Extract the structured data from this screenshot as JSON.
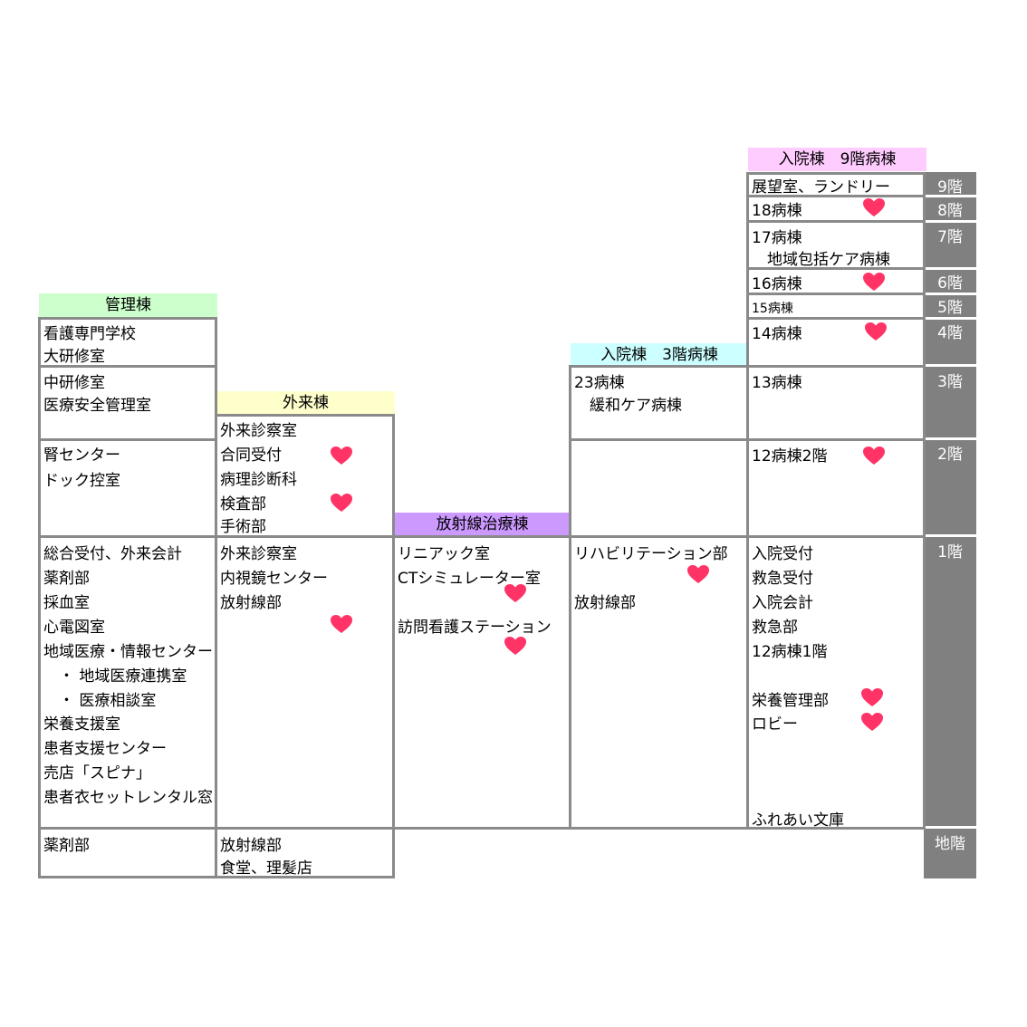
{
  "colors": {
    "border": "#8a8a8a",
    "floor_bar": "#808080",
    "heart": "#ff3366",
    "header_kanri": "#ccffcc",
    "header_gairai": "#ffffcc",
    "header_hoshasen": "#cc99ff",
    "header_nyuin3": "#ccffff",
    "header_nyuin9": "#ffccff"
  },
  "buildings": {
    "kanri": "管理棟",
    "gairai": "外来棟",
    "hoshasen": "放射線治療棟",
    "nyuin3": "入院棟　3階病棟",
    "nyuin9": "入院棟　9階病棟"
  },
  "floors": {
    "f9": "9階",
    "f8": "8階",
    "f7": "7階",
    "f6": "6階",
    "f5": "5階",
    "f4": "4階",
    "f3": "3階",
    "f2": "2階",
    "f1": "1階",
    "b1": "地階"
  },
  "rooms": {
    "kanri_4f": [
      "看護専門学校",
      "大研修室"
    ],
    "kanri_3f": [
      "中研修室",
      "医療安全管理室"
    ],
    "kanri_2f": [
      "腎センター",
      "ドック控室"
    ],
    "kanri_1f": [
      "総合受付、外来会計",
      "薬剤部",
      "採血室",
      "心電図室",
      "地域医療・情報センター",
      "　・ 地域医療連携室",
      "　・ 医療相談室",
      "栄養支援室",
      "患者支援センター",
      "売店「スピナ」",
      "患者衣セットレンタル窓口"
    ],
    "kanri_b1": [
      "薬剤部"
    ],
    "gairai_2f": [
      "外来診察室",
      "合同受付",
      "病理診断科",
      "検査部",
      "手術部"
    ],
    "gairai_1f": [
      "外来診察室",
      "内視鏡センター",
      "放射線部"
    ],
    "gairai_b1": [
      "放射線部",
      "食堂、理髪店"
    ],
    "hoshasen_1f": [
      "リニアック室",
      "CTシミュレーター室",
      "訪問看護ステーション"
    ],
    "nyuin3_3f": [
      "23病棟",
      "　緩和ケア病棟"
    ],
    "nyuin3_1f": [
      "リハビリテーション部",
      "放射線部"
    ],
    "nyuin9_9f": [
      "展望室、ランドリー"
    ],
    "nyuin9_8f": [
      "18病棟"
    ],
    "nyuin9_7f": [
      "17病棟",
      "　地域包括ケア病棟"
    ],
    "nyuin9_6f": [
      "16病棟"
    ],
    "nyuin9_5f": [
      "15病棟"
    ],
    "nyuin9_4f": [
      "14病棟"
    ],
    "nyuin9_3f": [
      "13病棟"
    ],
    "nyuin9_2f": [
      "12病棟2階"
    ],
    "nyuin9_1f": [
      "入院受付",
      "救急受付",
      "入院会計",
      "救急部",
      "12病棟1階",
      "栄養管理部",
      "ロビー",
      "ふれあい文庫"
    ]
  },
  "heart_icon": "heart-icon"
}
